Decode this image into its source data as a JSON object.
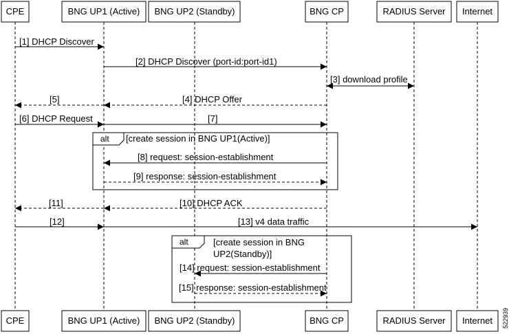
{
  "actors": [
    {
      "key": "cpe",
      "label": "CPE"
    },
    {
      "key": "up1",
      "label": "BNG UP1 (Active)"
    },
    {
      "key": "up2",
      "label": "BNG UP2 (Standby)"
    },
    {
      "key": "cp",
      "label": "BNG CP"
    },
    {
      "key": "radius",
      "label": "RADIUS Server"
    },
    {
      "key": "internet",
      "label": "Internet"
    }
  ],
  "messages": [
    {
      "id": "m1",
      "label": "[1] DHCP Discover",
      "style": "solid"
    },
    {
      "id": "m2",
      "label": "[2] DHCP Discover (port-id:port-id1)",
      "style": "solid"
    },
    {
      "id": "m3",
      "label": "[3] download profile",
      "style": "solid"
    },
    {
      "id": "m4",
      "label": "[4] DHCP Offer",
      "style": "dashed"
    },
    {
      "id": "m5",
      "label": "[5]",
      "style": "dashed"
    },
    {
      "id": "m6",
      "label": "[6] DHCP Request",
      "style": "solid"
    },
    {
      "id": "m7",
      "label": "[7]",
      "style": "solid"
    },
    {
      "id": "m8",
      "label": "[8] request: session-establishment",
      "style": "solid"
    },
    {
      "id": "m9",
      "label": "[9] response: session-establishment",
      "style": "dashed"
    },
    {
      "id": "m10",
      "label": "[10] DHCP ACK",
      "style": "dashed"
    },
    {
      "id": "m11",
      "label": "[11]",
      "style": "dashed"
    },
    {
      "id": "m12",
      "label": "[12]",
      "style": "solid"
    },
    {
      "id": "m13",
      "label": "[13] v4 data traffic",
      "style": "solid"
    },
    {
      "id": "m14",
      "label": "[14] request: session-establishment",
      "style": "solid"
    },
    {
      "id": "m15",
      "label": "[15] response: session-establishment",
      "style": "dashed"
    }
  ],
  "alt_frames": [
    {
      "operator": "alt",
      "condition_lines": [
        "[create session in BNG UP1(Active)]"
      ]
    },
    {
      "operator": "alt",
      "condition_lines": [
        "[create session in BNG",
        "UP2(Standby)]"
      ]
    }
  ],
  "figure_id": "522939"
}
